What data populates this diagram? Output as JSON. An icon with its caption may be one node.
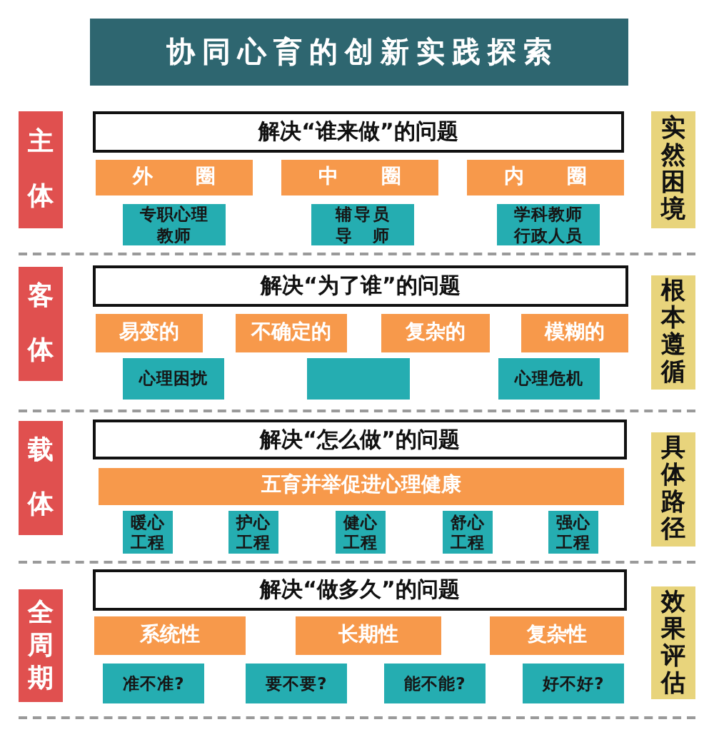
{
  "diagram": {
    "title": "协同心育的创新实践探索",
    "nodes": [
      {
        "text": [
          "主体"
        ]
      },
      {
        "text": [
          "解决“谁来做”的问题"
        ]
      },
      {
        "text": [
          "外圈"
        ]
      },
      {
        "text": [
          "中圈"
        ]
      },
      {
        "text": [
          "内圈"
        ]
      },
      {
        "text": [
          "专职心理教师"
        ]
      },
      {
        "text": [
          "辅导员导师"
        ]
      },
      {
        "text": [
          "学科教师行政人员"
        ]
      },
      {
        "text": [
          "实然困境"
        ]
      },
      {
        "text": [
          "客体"
        ]
      },
      {
        "text": [
          "解决“为了谁”的问题"
        ]
      },
      {
        "text": [
          "易变的"
        ]
      },
      {
        "text": [
          "不确定的"
        ]
      },
      {
        "text": [
          "复杂的"
        ]
      },
      {
        "text": [
          "模糊的"
        ]
      },
      {
        "text": [
          "心理困扰"
        ]
      },
      {
        "text": [],
        "shape": "box"
      },
      {
        "text": [
          "心理危机"
        ]
      },
      {
        "text": [
          "根本遵循"
        ]
      },
      {
        "text": [
          "载体"
        ]
      },
      {
        "text": [
          "解决“怎么做”的问题"
        ]
      },
      {
        "text": [
          "五育并举促进心理健康"
        ]
      },
      {
        "text": [
          "暖心工程"
        ]
      },
      {
        "text": [
          "护心工程"
        ]
      },
      {
        "text": [
          "健心工程"
        ]
      },
      {
        "text": [
          "舒心工程"
        ]
      },
      {
        "text": [
          "强心工程"
        ]
      },
      {
        "text": [
          "具体路径"
        ]
      },
      {
        "text": [
          "全周期"
        ]
      },
      {
        "text": [
          "解决“做多久”的问题"
        ]
      },
      {
        "text": [
          "系统性"
        ]
      },
      {
        "text": [
          "长期性"
        ]
      },
      {
        "text": [
          "复杂性"
        ]
      },
      {
        "text": [
          "准不准?"
        ]
      },
      {
        "text": [
          "要不要?"
        ]
      },
      {
        "text": [
          "能不能?"
        ]
      },
      {
        "text": [
          "好不好?"
        ]
      },
      {
        "text": [
          "效果评估"
        ]
      }
    ]
  }
}
